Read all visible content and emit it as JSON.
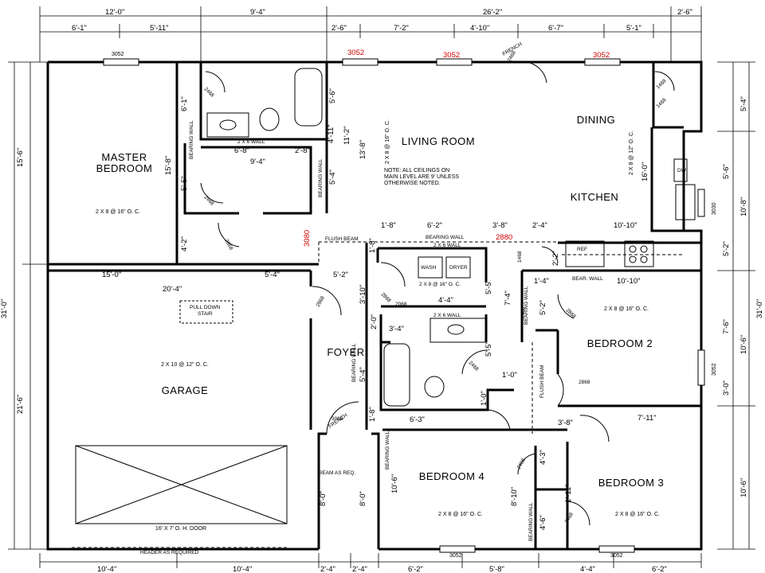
{
  "rooms": {
    "master": "MASTER\nBEDROOM",
    "living": "LIVING ROOM",
    "dining": "DINING",
    "kitchen": "KITCHEN",
    "garage": "GARAGE",
    "foyer": "FOYER",
    "bed2": "BEDROOM 2",
    "bed3": "BEDROOM 3",
    "bed4": "BEDROOM 4"
  },
  "top_dims_row1": [
    "12'-0\"",
    "9'-4\"",
    "26'-2\"",
    "2'-6\""
  ],
  "top_dims_row2": [
    "6'-1\"",
    "5'-11\"",
    "2'-6\"",
    "7'-2\"",
    "4'-10\"",
    "6'-7\"",
    "5'-1\""
  ],
  "bottom_dims": [
    "10'-4\"",
    "10'-4\"",
    "2'-4\"",
    "2'-4\"",
    "6'-2\"",
    "5'-8\"",
    "4'-4\"",
    "6'-2\""
  ],
  "left_dims": [
    "15'-6\"",
    "31'-0\"",
    "21'-6\""
  ],
  "right_dims": [
    "5'-4\"",
    "5'-6\"",
    "10'-8\"",
    "5'-2\"",
    "31'-0\"",
    "7'-6\"",
    "10'-6\"",
    "3'-0\"",
    "10'-6\""
  ],
  "red_windows": [
    "3052",
    "3052",
    "3052",
    "3080",
    "2880"
  ],
  "window_tags": [
    "3052",
    "3052",
    "3052",
    "3052",
    "3030"
  ],
  "joists": {
    "master": "2 X 8 @ 16\" O. C.",
    "living": "2 X 8 @ 16\" O. C.",
    "dining": "2 X 8 @ 12\" O. C.",
    "garage": "2 X 10 @ 12\" O. C.",
    "laundry": "2 X 8 @ 16\" O. C.",
    "bed2": "2 X 8 @ 16\" O. C.",
    "bed3": "2 X 8 @ 16\" O. C.",
    "bed4": "2 X 8 @ 16\" O. C."
  },
  "note": [
    "NOTE: ALL CEILINGS ON",
    "MAIN LEVEL ARE 9' UNLESS",
    "OTHERWISE NOTED."
  ],
  "labels": {
    "bearing_wall": "BEARING WALL",
    "flush_beam": "FLUSH BEAM",
    "bear_wall": "BEAR. WALL",
    "pull_down": [
      "PULL DOWN",
      "STAIR"
    ],
    "garage_door": "16' X 7' O. H. DOOR",
    "header": "HEADER AS REQUIRED",
    "beam_as_req": "BEAM AS REQ.",
    "wash": "WASH",
    "dryer": "DRYER",
    "ref": "REF",
    "dw": "DW",
    "french": "FRENCH",
    "two_x_six_wall": "2 X 6 WALL"
  },
  "door_tags": [
    "2468",
    "2468",
    "2868",
    "2868",
    "2868",
    "2868",
    "2868",
    "2468",
    "2468",
    "2468",
    "2468",
    "2068",
    "1468",
    "1468",
    "1468",
    "3068",
    "2468"
  ],
  "interior_dims": {
    "master_h": "15'-8\"",
    "bath_w1": "6'-8\"",
    "bath_w2": "2'-8\"",
    "bath_w3": "9'-4\"",
    "liv_h": "13'-8\"",
    "liv_h2": "5'-4\"",
    "liv_h3": "11'-2\"",
    "liv_h4": "5'-6\"",
    "closet_h": "6'-1\"",
    "closet_h2": "5'-5\"",
    "closet_h3": "4'-2\"",
    "kit_w": "10'-10\"",
    "kit_v": "16'-0\"",
    "gar_w1": "15'-0\"",
    "gar_w2": "5'-4\"",
    "gar_w3": "20'-4\"",
    "hall_w1": "1'-8\"",
    "hall_w2": "6'-2\"",
    "hall_w3": "3'-8\"",
    "hall_w4": "2'-4\"",
    "foy_w": "5'-2\"",
    "foy_h": "5'-4\"",
    "lau_w": "4'-4\"",
    "lau_h": "3'-10\"",
    "bath2_w": "3'-4\"",
    "bath2_h": "2'-0\"",
    "bath2_w2": "6'-3\"",
    "bed2_w": "10'-10\"",
    "bed2_h": "7'-4\"",
    "bed2_h2": "5'-2\"",
    "bed3_w": "7'-11\"",
    "bed3_h": "8'-10\"",
    "bed3_h2": "4'-3\"",
    "bed3_h3": "4'-6\"",
    "bed4_h": "10'-6\"",
    "bed4_h2": "8'-0\"",
    "small1": "1'-8\"",
    "small2": "1'-0\"",
    "small3": "2'-2\"",
    "small4": "1'-4\"",
    "small5": "1'-11\"",
    "small6": "3'-8\"",
    "small7": "5'-5\"",
    "small8": "5'-5\"",
    "small9": "1'-8\"",
    "small10": "4'-11\"",
    "small11": "1'-0\"",
    "small12": "8'-0\""
  }
}
